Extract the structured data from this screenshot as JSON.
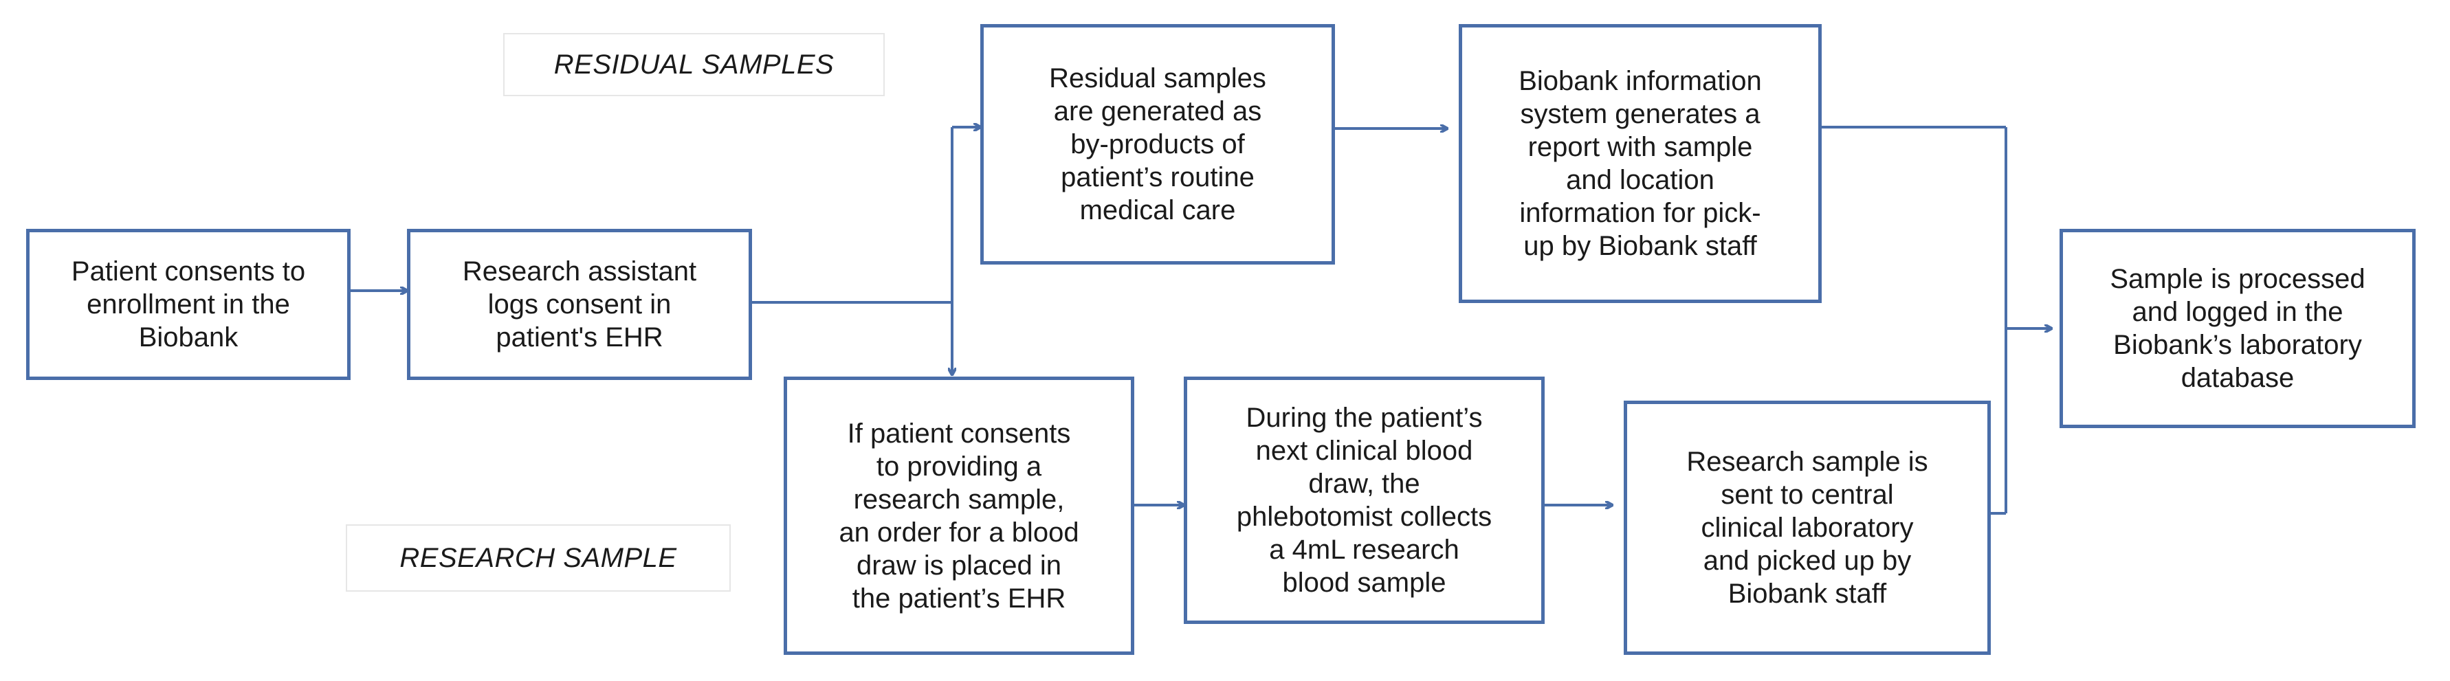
{
  "labels": {
    "residual": "RESIDUAL SAMPLES",
    "research": "RESEARCH SAMPLE"
  },
  "boxes": {
    "consent": "Patient consents to\nenrollment in the\nBiobank",
    "logs": "Research assistant\nlogs consent in\npatient's EHR",
    "residual_generated": "Residual samples\nare generated as\nby-products of\npatient’s routine\nmedical care",
    "biobank_report": "Biobank information\nsystem generates a\nreport with sample\nand location\ninformation for pick-\nup by Biobank staff",
    "processed": "Sample is processed\nand logged in the\nBiobank’s laboratory\ndatabase",
    "research_order": "If patient consents\nto providing a\nresearch sample,\nan order for a blood\ndraw is placed in\nthe patient’s EHR",
    "blood_draw": "During the patient’s\nnext clinical blood\ndraw, the\nphlebotomist collects\na 4mL research\nblood sample",
    "sent_lab": "Research sample is\nsent to central\nclinical laboratory\nand picked up by\nBiobank staff"
  },
  "colors": {
    "line": "#4a6ea9",
    "border": "#4a6ea9",
    "label_border": "#e6e6e6"
  }
}
